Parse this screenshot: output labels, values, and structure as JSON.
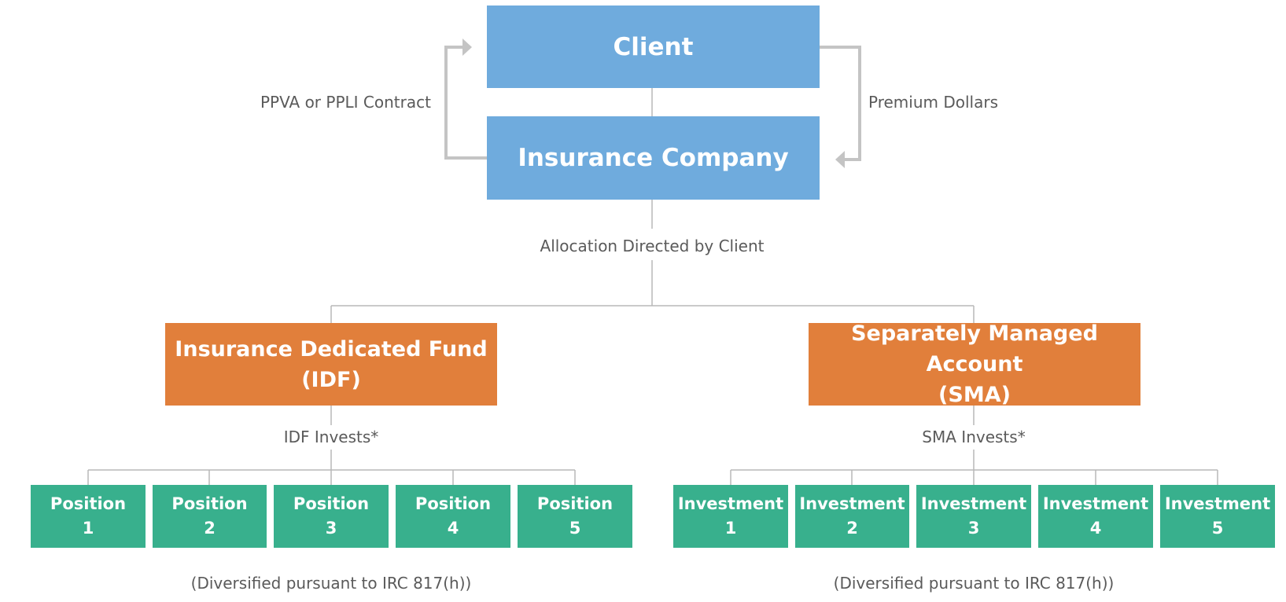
{
  "top": {
    "client": "Client",
    "insurance_company": "Insurance Company",
    "left_label": "PPVA or PPLI Contract",
    "right_label": "Premium Dollars",
    "allocation_label": "Allocation Directed by Client"
  },
  "idf": {
    "title_line1": "Insurance Dedicated Fund",
    "title_line2": "(IDF)",
    "invests_label": "IDF Invests*",
    "items": [
      {
        "word": "Position",
        "num": "1"
      },
      {
        "word": "Position",
        "num": "2"
      },
      {
        "word": "Position",
        "num": "3"
      },
      {
        "word": "Position",
        "num": "4"
      },
      {
        "word": "Position",
        "num": "5"
      }
    ],
    "footnote": "(Diversified pursuant to IRC 817(h))"
  },
  "sma": {
    "title_line1": "Separately Managed Account",
    "title_line2": "(SMA)",
    "invests_label": "SMA Invests*",
    "items": [
      {
        "word": "Investment",
        "num": "1"
      },
      {
        "word": "Investment",
        "num": "2"
      },
      {
        "word": "Investment",
        "num": "3"
      },
      {
        "word": "Investment",
        "num": "4"
      },
      {
        "word": "Investment",
        "num": "5"
      }
    ],
    "footnote": "(Diversified pursuant to IRC 817(h))"
  },
  "colors": {
    "blue": "#6fabdd",
    "orange": "#e17f3b",
    "green": "#38b08d",
    "connector": "#b8b8b8",
    "arrow": "#c4c4c4"
  }
}
